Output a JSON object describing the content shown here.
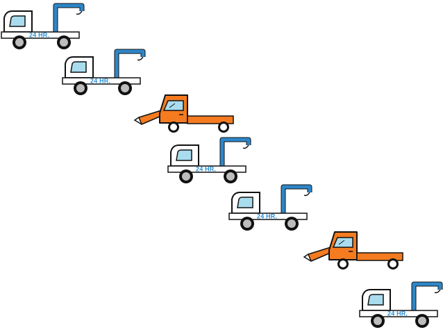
{
  "vehicles": {
    "tow_trucks": [
      {
        "sign": "24 HR."
      },
      {
        "sign": "24 HR."
      },
      {
        "sign": "24 HR."
      },
      {
        "sign": "24 HR."
      },
      {
        "sign": "24 HR."
      }
    ],
    "flatbed_trucks": [
      {},
      {}
    ]
  },
  "colors": {
    "tow_body": "#ffffff",
    "crane": "#2e86c8",
    "window": "#a9dcee",
    "sign_text": "#2a8fd4",
    "flatbed_body": "#f47b20",
    "wheel": "#3a3a3a",
    "outline": "#111111"
  }
}
